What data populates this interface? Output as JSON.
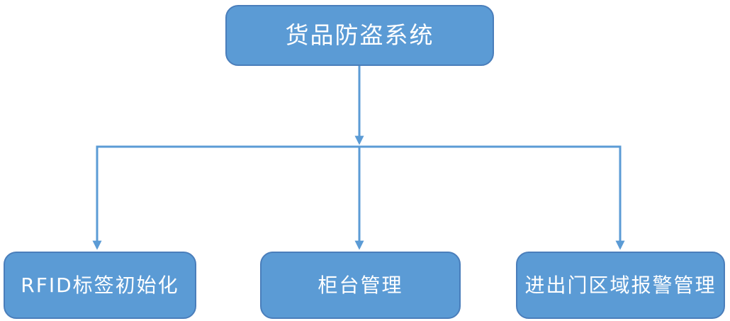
{
  "diagram": {
    "type": "flowchart",
    "title": "货品防盗系统",
    "colors": {
      "node_fill": "#5b9bd5",
      "node_border": "#4a7ebb",
      "connector": "#5b9bd5",
      "text": "#ffffff",
      "background": "#ffffff"
    },
    "nodes": {
      "root": {
        "id": "system",
        "label": "货品防盗系统"
      },
      "children": [
        {
          "id": "rfid-init",
          "label": "RFID标签初始化"
        },
        {
          "id": "counter-mgmt",
          "label": "柜台管理"
        },
        {
          "id": "door-alarm",
          "label": "进出门区域报警管理"
        }
      ]
    },
    "edges": [
      {
        "from": "货品防盗系统",
        "to": "RFID标签初始化",
        "style": "arrow"
      },
      {
        "from": "货品防盗系统",
        "to": "柜台管理",
        "style": "arrow"
      },
      {
        "from": "货品防盗系统",
        "to": "进出门区域报警管理",
        "style": "arrow"
      }
    ]
  }
}
